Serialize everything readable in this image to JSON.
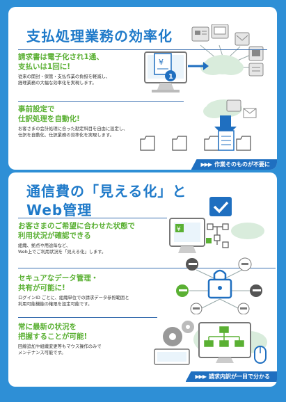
{
  "section1": {
    "title": "支払処理業務の効率化",
    "item1": {
      "heading_line1": "請求書は電子化され1通、",
      "heading_line2": "支払いは1回に!",
      "body_line1": "従来の開封・保管・支払作業の負担を軽減し、",
      "body_line2": "経理業務の大幅な効率化を実現します。"
    },
    "item2": {
      "heading_line1": "事前設定で",
      "heading_line2": "仕訳処理を自動化!",
      "body_line1": "お客さまの会計処理に合った勘定科目を自由に設定し、",
      "body_line2": "仕訳を自動化、仕訳業務の効率化を実現します。"
    },
    "banner": "作業そのものが不要に",
    "badge": "1"
  },
  "section2": {
    "title_line1": "通信費の「見える化」と",
    "title_line2": "Web管理",
    "item1": {
      "heading_line1": "お客さまのご希望に合わせた状態で",
      "heading_line2": "利用状況が確認できる",
      "body_line1": "組織、拠点や用途毎など、",
      "body_line2": "Web上でご利用状況を「見える化」します。"
    },
    "item2": {
      "heading_line1": "セキュアなデータ管理・",
      "heading_line2": "共有が可能に!",
      "body_line1": "ログインID ごとに、組織単位での請求データ参照範囲と",
      "body_line2": "利用可能機能の権限を設定可能です。"
    },
    "item3": {
      "heading_line1": "常に最新の状況を",
      "heading_line2": "把握することが可能!",
      "body_line1": "回線追加や組織変更等もマウス操作のみで",
      "body_line2": "メンテナンス可能です。"
    },
    "banner": "請求内訳が一目で分かる"
  },
  "arrows": "▶▶▶",
  "icons": {
    "yen_symbol": "¥"
  },
  "colors": {
    "background": "#2e8fd6",
    "title": "#1f7ac9",
    "heading": "#5ab033",
    "banner": "#1f6fc0"
  }
}
